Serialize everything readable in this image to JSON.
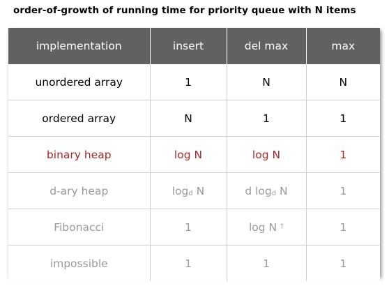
{
  "title": "order-of-growth of running time for priority queue with N items",
  "colors": {
    "header_bg": "#616161",
    "header_text": "#ffffff",
    "normal_text": "#000000",
    "highlight_text": "#a52a2a",
    "gray_text": "#9a9a9a"
  },
  "table": {
    "headers": [
      "implementation",
      "insert",
      "del max",
      "max"
    ],
    "rows": [
      {
        "style": "normal",
        "cells": [
          "unordered array",
          "1",
          "N",
          "N"
        ]
      },
      {
        "style": "normal",
        "cells": [
          "ordered array",
          "N",
          "1",
          "1"
        ]
      },
      {
        "style": "highlight",
        "cells": [
          "binary heap",
          "log N",
          "log N",
          "1"
        ]
      },
      {
        "style": "gray",
        "cells": [
          "d-ary heap",
          "log",
          "d log",
          "1"
        ],
        "subscripts": [
          "",
          "d",
          "d",
          ""
        ],
        "suffixes": [
          "",
          " N",
          " N",
          ""
        ]
      },
      {
        "style": "gray",
        "cells": [
          "Fibonacci",
          "1",
          "log N",
          "1"
        ],
        "dagger": [
          "",
          "",
          "†",
          ""
        ]
      },
      {
        "style": "gray",
        "cells": [
          "impossible",
          "1",
          "1",
          "1"
        ]
      }
    ]
  }
}
